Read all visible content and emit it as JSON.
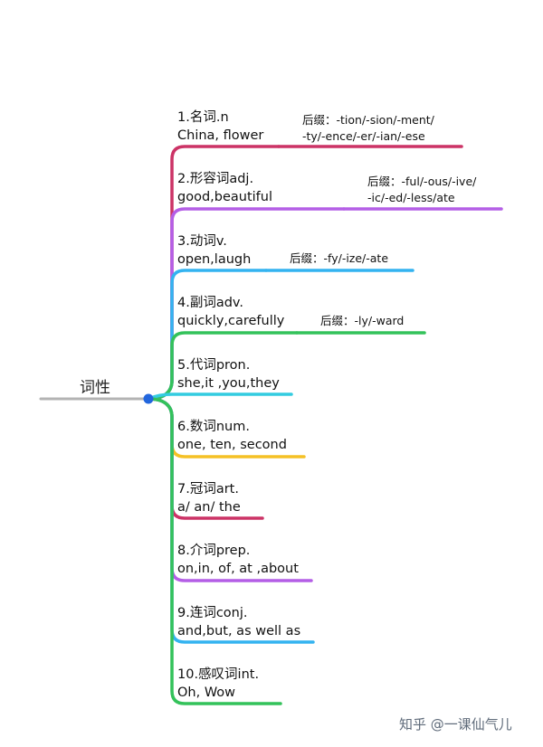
{
  "root": {
    "label": "词性"
  },
  "branches": [
    {
      "title": "1.名词.n",
      "examples": "China, flower",
      "color": "#cc3366",
      "suffix": {
        "prefix": "后缀：",
        "lines": [
          "-tion/-sion/-ment/",
          "-ty/-ence/-er/-ian/-ese"
        ]
      }
    },
    {
      "title": "2.形容词adj.",
      "examples": "good,beautiful",
      "color": "#b45ee6",
      "suffix": {
        "prefix": "后缀：",
        "lines": [
          "-ful/-ous/-ive/",
          "-ic/-ed/-less/ate"
        ]
      }
    },
    {
      "title": "3.动词v.",
      "examples": "open,laugh",
      "color": "#33b3f0",
      "suffix": {
        "prefix": "后缀：",
        "lines": [
          "-fy/-ize/-ate"
        ]
      }
    },
    {
      "title": "4.副词adv.",
      "examples": "quickly,carefully",
      "color": "#33c25a",
      "suffix": {
        "prefix": "后缀：",
        "lines": [
          "-ly/-ward"
        ]
      }
    },
    {
      "title": "5.代词pron.",
      "examples": "she,it ,you,they",
      "color": "#33cce0"
    },
    {
      "title": "6.数词num.",
      "examples": " one, ten, second",
      "color": "#f5c125"
    },
    {
      "title": "7.冠词art.",
      "examples": "a/ an/ the",
      "color": "#cc3366"
    },
    {
      "title": "8.介词prep.",
      "examples": "on,in, of, at ,about",
      "color": "#b45ee6"
    },
    {
      "title": "9.连词conj.",
      "examples": "and,but, as well as",
      "color": "#33b3f0"
    },
    {
      "title": "10.感叹词int.",
      "examples": " Oh, Wow",
      "color": "#33c25a"
    }
  ],
  "root_line_color": "#b3b3b3",
  "hub_color": "#2266dd",
  "watermark": "知乎 @一课仙气儿"
}
